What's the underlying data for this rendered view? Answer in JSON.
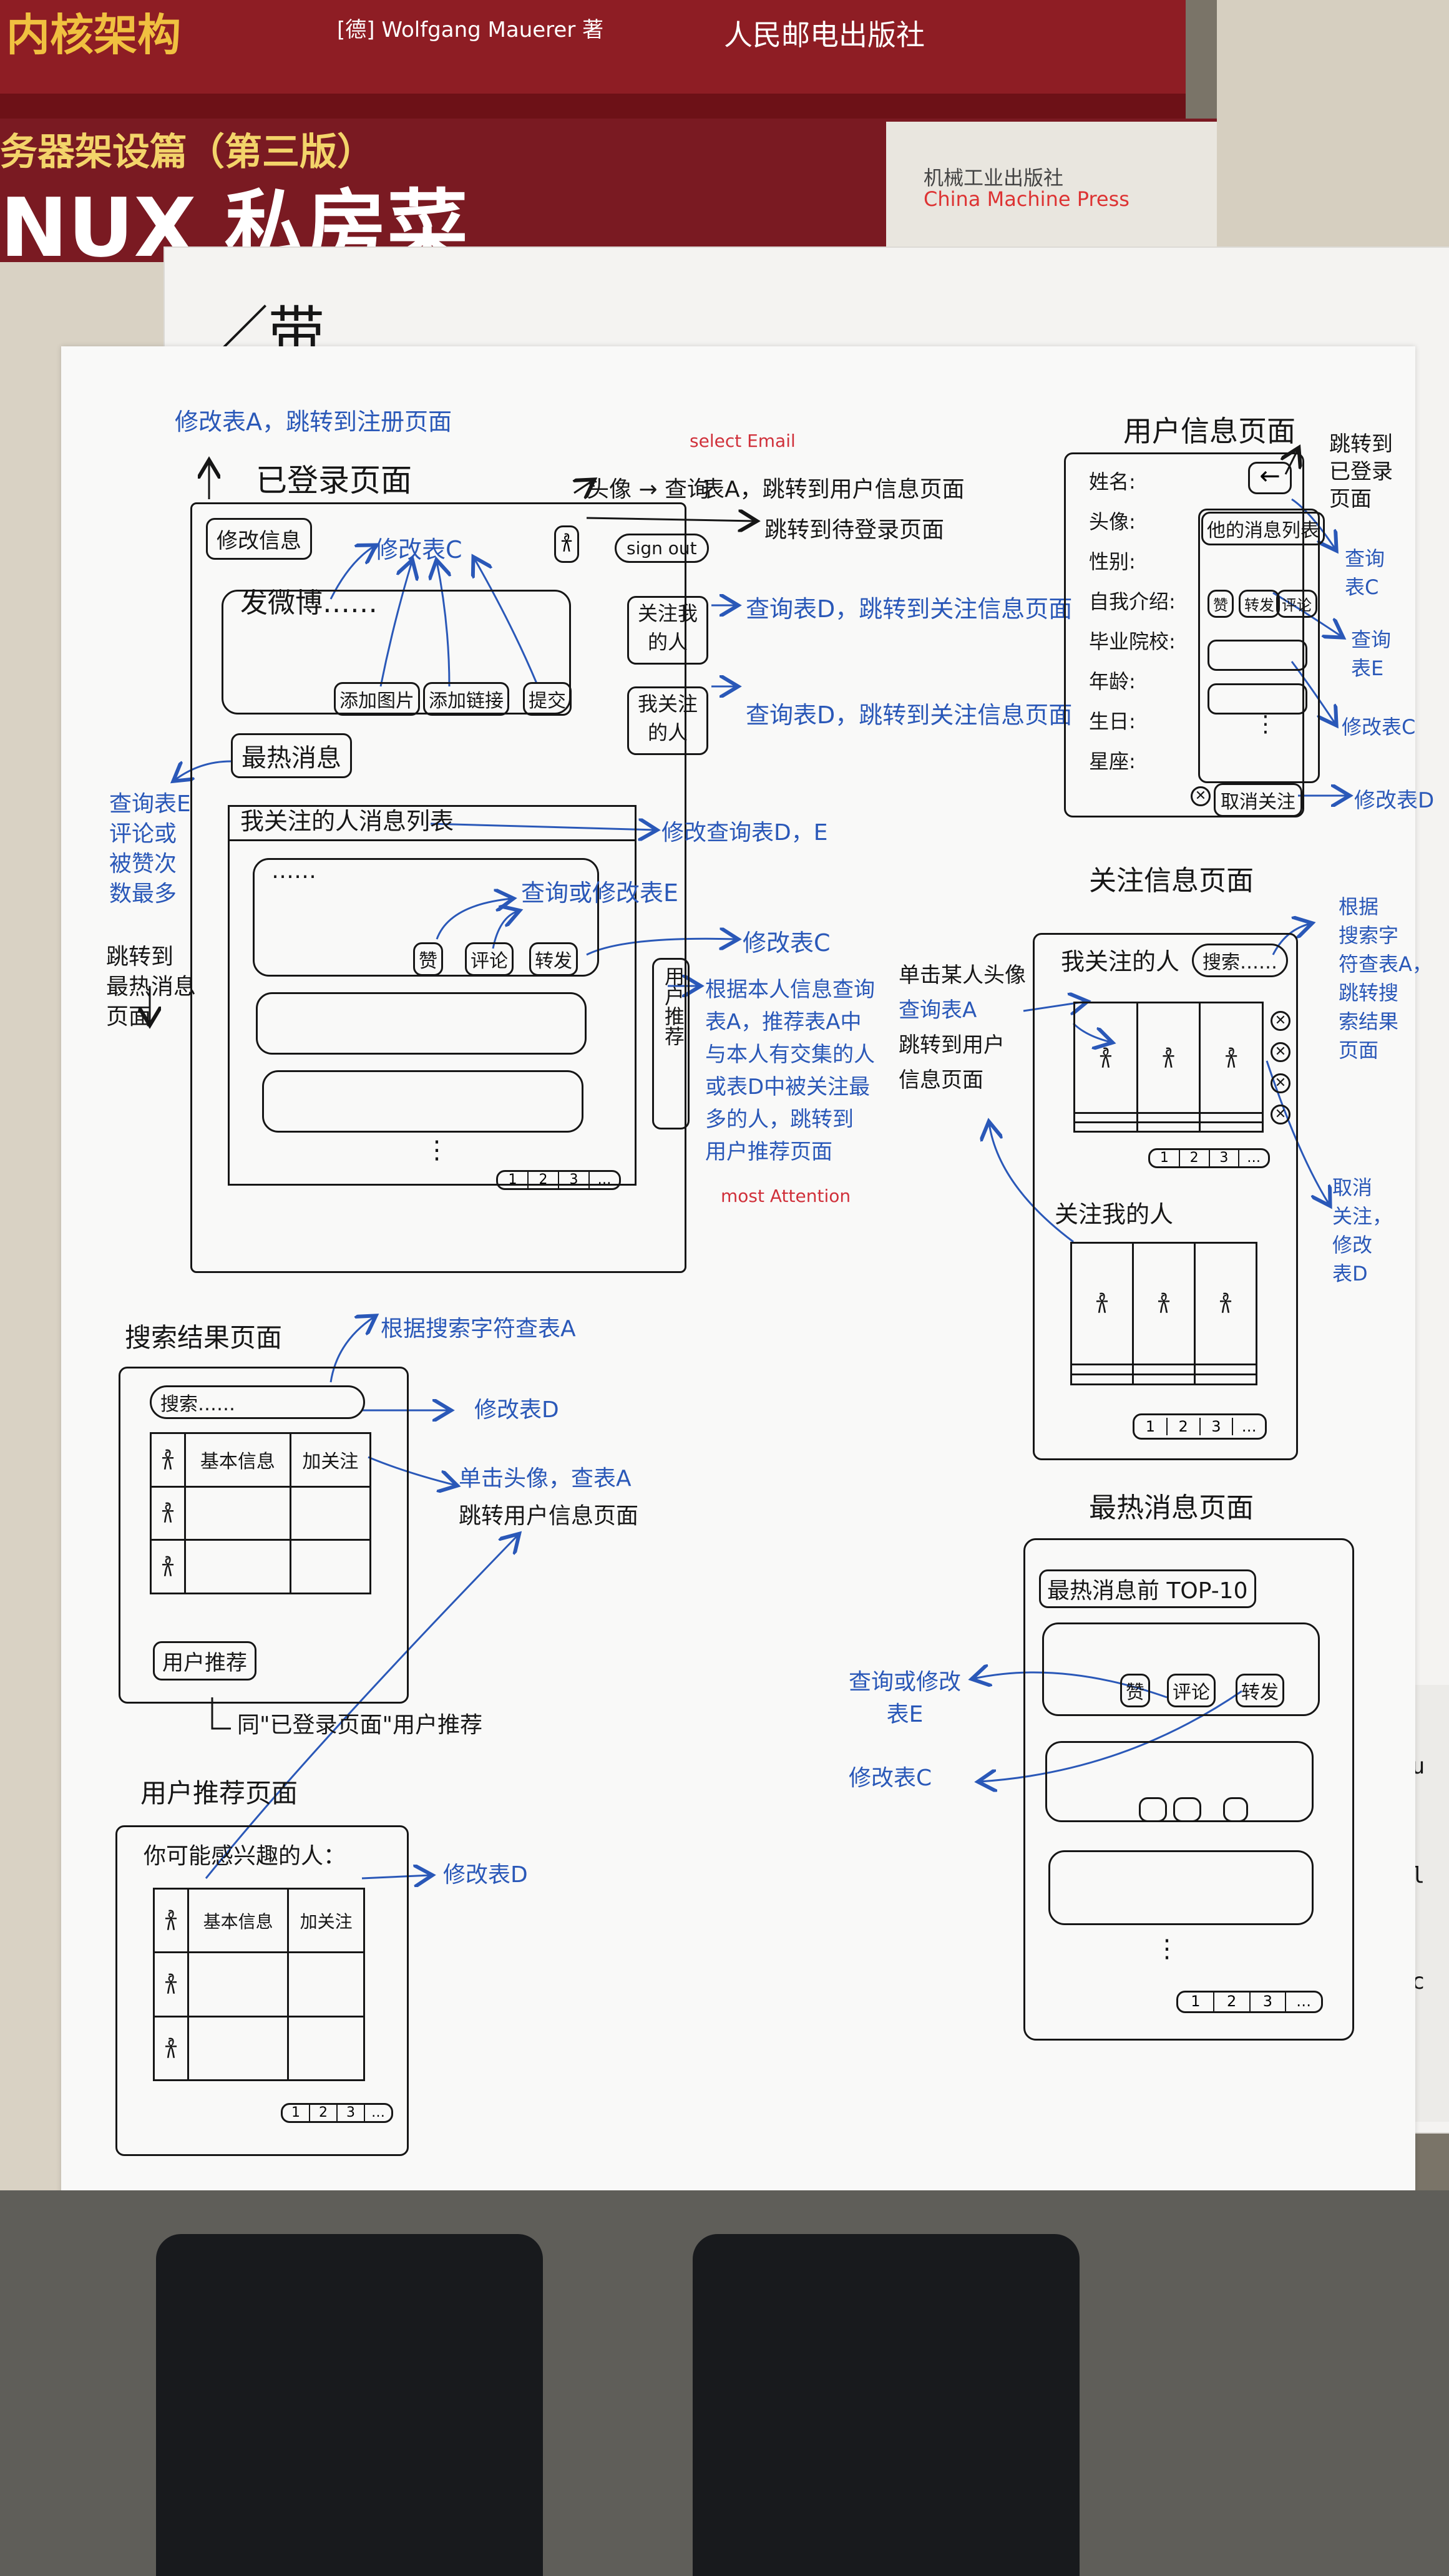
{
  "book_spines": {
    "top_title": "内核架构",
    "top_author": "[德] Wolfgang Mauerer 著",
    "top_publisher": "人民邮电出版社",
    "middle_title": "NUX 私房菜",
    "middle_subtitle": "务器架设篇（第三版）",
    "middle_publisher": "China Machine Press",
    "middle_publisher_cn": "机械工业出版社"
  },
  "page_mark": "／带",
  "logged_in_page": {
    "title": "已登录页面",
    "top_note": "修改表A，跳转到注册页面",
    "avatar_note_prefix": "头像 → 查询",
    "avatar_note_select": "select Email",
    "avatar_note_suffix": "表A，跳转到用户信息页面",
    "signout_label": "sign out",
    "signout_note": "跳转到待登录页面",
    "edit_button": "修改信息",
    "post_box_text": "发微博……",
    "post_note": "修改表C",
    "btn_add_image": "添加图片",
    "btn_add_link": "添加链接",
    "btn_submit": "提交",
    "followers_button": "关注我的人",
    "followers_note": "查询表D，跳转到关注信息页面",
    "following_button": "我关注的人",
    "following_note": "查询表D，跳转到关注信息页面",
    "hot_button": "最热消息",
    "hot_note_line1": "查询表E",
    "hot_note_line2": "评论或",
    "hot_note_line3": "被赞次",
    "hot_note_line4": "数最多",
    "hot_note_line5": "跳转到",
    "hot_note_line6": "最热消息",
    "hot_note_line7": "页面",
    "feed_title": "我关注的人消息列表",
    "feed_note": "修改查询表D，E",
    "feed_item_text": "……",
    "btn_like": "赞",
    "btn_comment": "评论",
    "btn_forward": "转发",
    "like_note": "查询或修改表E",
    "forward_note": "修改表C",
    "recommend_button": "用户推荐",
    "recommend_note_line1": "根据本人信息查询",
    "recommend_note_line2": "表A，推荐表A中",
    "recommend_note_line3": "与本人有交集的人",
    "recommend_note_line4": "或表D中被关注最",
    "recommend_note_line5": "多的人，跳转到",
    "recommend_note_line6": "用户推荐页面",
    "recommend_note_red": "most Attention",
    "ellipsis": "⋮",
    "pager": [
      "1",
      "2",
      "3",
      "…"
    ]
  },
  "user_info_page": {
    "title": "用户信息页面",
    "back_note": "跳转到已登录页面",
    "fields": [
      "姓名:",
      "头像:",
      "性别:",
      "自我介绍:",
      "毕业院校:",
      "年龄:",
      "生日:",
      "星座:"
    ],
    "message_list": "他的消息列表",
    "btn_like": "赞",
    "btn_forward": "转发",
    "btn_comment": "评论",
    "list_note_1": "查询表C",
    "list_note_2": "查询表E",
    "list_note_3": "修改表C",
    "unfollow_button": "取消关注",
    "unfollow_note": "修改表D"
  },
  "follow_info_page": {
    "title": "关注信息页面",
    "section_following": "我关注的人",
    "search_label": "搜索……",
    "search_note_line1": "根据",
    "search_note_line2": "搜索字",
    "search_note_line3": "符查表A，",
    "search_note_line4": "跳转搜",
    "search_note_line5": "索结果",
    "search_note_line6": "页面",
    "avatar_click_note_line1": "单击某人头像",
    "avatar_click_note_line2": "查询表A",
    "avatar_click_note_line3": "跳转到用户",
    "avatar_click_note_line4": "信息页面",
    "unfollow_note_line1": "取消",
    "unfollow_note_line2": "关注，",
    "unfollow_note_line3": "修改",
    "unfollow_note_line4": "表D",
    "section_followers": "关注我的人",
    "pager": [
      "1",
      "2",
      "3",
      "…"
    ]
  },
  "search_results_page": {
    "title": "搜索结果页面",
    "search_note": "根据搜索字符查表A",
    "search_label": "搜索……",
    "col_basic": "基本信息",
    "col_follow": "加关注",
    "follow_note": "修改表D",
    "avatar_note_line1": "单击头像，查表A",
    "avatar_note_line2": "跳转用户信息页面",
    "recommend_button": "用户推荐",
    "recommend_note": "同\"已登录页面\"用户推荐"
  },
  "recommend_page": {
    "title": "用户推荐页面",
    "subtitle": "你可能感兴趣的人：",
    "col_basic": "基本信息",
    "col_follow": "加关注",
    "follow_note": "修改表D",
    "pager": [
      "1",
      "2",
      "3",
      "…"
    ]
  },
  "hot_messages_page": {
    "title": "最热消息页面",
    "header": "最热消息前 TOP-10",
    "btn_like": "赞",
    "btn_comment": "评论",
    "btn_forward": "转发",
    "like_note_line1": "查询或修改",
    "like_note_line2": "表E",
    "forward_note": "修改表C",
    "pager": [
      "1",
      "2",
      "3",
      "…"
    ]
  },
  "side_strip_letters": [
    "gu",
    "ol",
    "ic"
  ],
  "icon_names": [
    "avatar-icon",
    "back-arrow-icon",
    "unfollow-cross-icon"
  ],
  "colors": {
    "ink": "#161616",
    "blue_pen": "#2a58b8",
    "red_pen": "#d0303a",
    "book_red": "#8e1d24"
  }
}
